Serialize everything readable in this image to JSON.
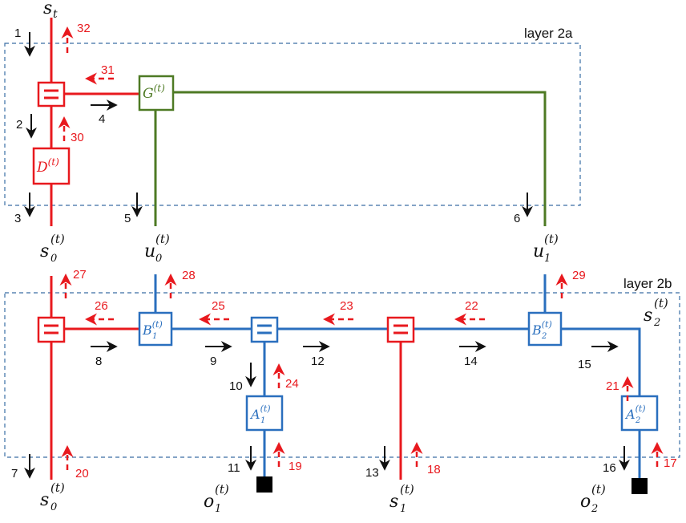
{
  "layers": {
    "layer_2a": "layer 2a",
    "layer_2b": "layer 2b"
  },
  "nodes": {
    "G": {
      "letter": "G",
      "sup": "(t)"
    },
    "D": {
      "letter": "D",
      "sup": "(t)"
    },
    "B1": {
      "letter": "B",
      "sub": "1",
      "sup": "(t)"
    },
    "B2": {
      "letter": "B",
      "sub": "2",
      "sup": "(t)"
    },
    "A1": {
      "letter": "A",
      "sub": "1",
      "sup": "(t)"
    },
    "A2": {
      "letter": "A",
      "sub": "2",
      "sup": "(t)"
    },
    "equals": "="
  },
  "variables": {
    "st": {
      "letter": "s",
      "sub": "t"
    },
    "s0_mid": {
      "letter": "s",
      "sub": "0",
      "sup": "(t)"
    },
    "u0": {
      "letter": "u",
      "sub": "0",
      "sup": "(t)"
    },
    "u1": {
      "letter": "u",
      "sub": "1",
      "sup": "(t)"
    },
    "s2": {
      "letter": "s",
      "sub": "2",
      "sup": "(t)"
    },
    "s0_bot": {
      "letter": "s",
      "sub": "0",
      "sup": "(t)"
    },
    "o1": {
      "letter": "o",
      "sub": "1",
      "sup": "(t)"
    },
    "s1": {
      "letter": "s",
      "sub": "1",
      "sup": "(t)"
    },
    "o2": {
      "letter": "o",
      "sub": "2",
      "sup": "(t)"
    }
  },
  "forward_messages": [
    "1",
    "2",
    "3",
    "4",
    "5",
    "6",
    "7",
    "8",
    "9",
    "10",
    "11",
    "12",
    "13",
    "14",
    "15",
    "16"
  ],
  "backward_messages": [
    "17",
    "18",
    "19",
    "20",
    "21",
    "22",
    "23",
    "24",
    "25",
    "26",
    "27",
    "28",
    "29",
    "30",
    "31",
    "32"
  ],
  "colors": {
    "red": "#e8191e",
    "green": "#4e7a24",
    "blue": "#2a6fbe",
    "black": "#111111",
    "dashed_box": "#3a6ea5"
  }
}
